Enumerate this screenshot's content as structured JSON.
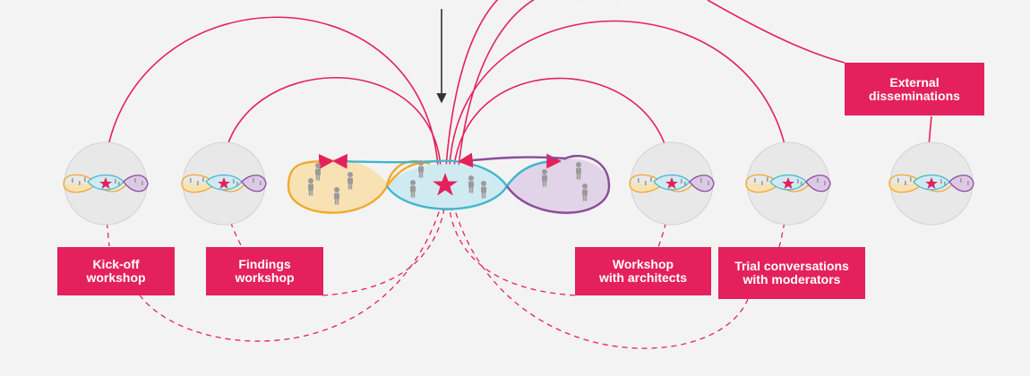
{
  "colors": {
    "accent": "#e4215c",
    "orange": "#f0a92a",
    "blue": "#40b6cf",
    "purple": "#8a4d9a",
    "figure": "#9b9b9b",
    "arrow": "#333333"
  },
  "boxes": {
    "kickoff": {
      "line1": "Kick-off",
      "line2": "workshop"
    },
    "findings": {
      "line1": "Findings",
      "line2": "workshop"
    },
    "architects": {
      "line1": "Workshop",
      "line2": "with architects"
    },
    "trial": {
      "line1": "Trial conversations",
      "line2": "with moderators"
    },
    "external": {
      "line1": "External",
      "line2": "disseminations"
    }
  }
}
